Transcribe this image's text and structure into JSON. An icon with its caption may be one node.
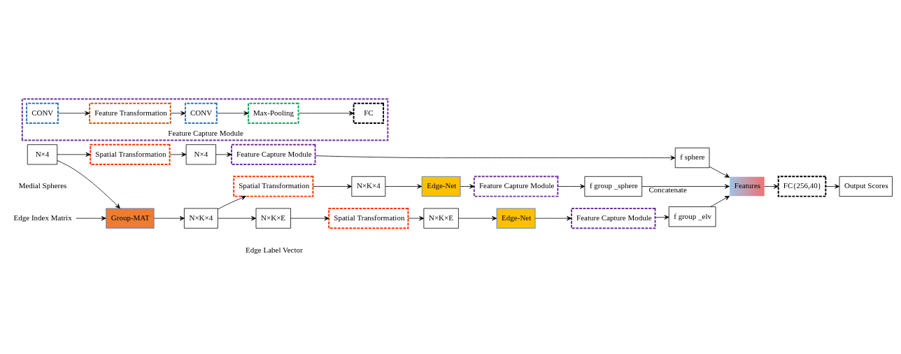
{
  "diagram": {
    "nodes": [
      {
        "text": [
          "N×4"
        ],
        "beside": [
          "Medial Spheres"
        ]
      },
      {
        "text": [
          "Spatial Transformation"
        ]
      },
      {
        "text": [
          "N×4"
        ]
      },
      {
        "text": [
          "Feature Capture Module"
        ]
      },
      {
        "text": [
          "f sphere"
        ]
      },
      {
        "text": [
          "Group-MAT"
        ]
      },
      {
        "text": [
          "Edge Index Matrix"
        ]
      },
      {
        "text": [
          "N×K×4"
        ]
      },
      {
        "text": [
          "Spatial Transformation"
        ]
      },
      {
        "text": [
          "N×K×4"
        ]
      },
      {
        "text": [
          "Edge-Net"
        ]
      },
      {
        "text": [
          "Feature Capture Module"
        ]
      },
      {
        "text": [
          "f group _sphere"
        ]
      },
      {
        "text": [
          "N×K×E"
        ]
      },
      {
        "text": [
          "Spatial Transformation"
        ]
      },
      {
        "text": [
          "N×K×E"
        ]
      },
      {
        "text": [
          "Edge-Net"
        ]
      },
      {
        "text": [
          "Feature Capture Module"
        ]
      },
      {
        "text": [
          "f group _elv"
        ]
      },
      {
        "text": [
          "Features"
        ]
      },
      {
        "text": [
          "FC{256,40}"
        ]
      },
      {
        "text": [
          "Output Scores"
        ]
      },
      {
        "text": [
          "Feature Capture Module"
        ]
      },
      {
        "text": [
          "CONV"
        ],
        "in": 22
      },
      {
        "text": [
          "Feature Transformation"
        ],
        "in": 22
      },
      {
        "text": [
          "CONV"
        ],
        "in": 22
      },
      {
        "text": [
          "Max-Pooling"
        ],
        "in": 22
      },
      {
        "text": [
          "FC"
        ],
        "in": 22
      }
    ],
    "edges": [
      {
        "from": 0,
        "to": 1,
        "arrow": "to"
      },
      {
        "from": 0,
        "to": 5,
        "arrow": "to"
      },
      {
        "from": 1,
        "to": 2,
        "arrow": "to"
      },
      {
        "from": 2,
        "to": 3,
        "arrow": "to"
      },
      {
        "from": 3,
        "to": 4,
        "arrow": "to"
      },
      {
        "from": 6,
        "to": 5,
        "arrow": "to"
      },
      {
        "from": 5,
        "to": 7,
        "arrow": "to"
      },
      {
        "from": 7,
        "to": 8,
        "arrow": "to"
      },
      {
        "from": 8,
        "to": 9,
        "arrow": "to"
      },
      {
        "from": 9,
        "to": 10,
        "arrow": "to"
      },
      {
        "from": 10,
        "to": 11,
        "arrow": "to"
      },
      {
        "from": 11,
        "to": 12,
        "arrow": "to"
      },
      {
        "from": 7,
        "to": 13,
        "arrow": "to"
      },
      {
        "from": 13,
        "to": 14,
        "arrow": "to"
      },
      {
        "from": 14,
        "to": 15,
        "arrow": "to"
      },
      {
        "from": 15,
        "to": 16,
        "arrow": "to"
      },
      {
        "from": 16,
        "to": 17,
        "arrow": "to"
      },
      {
        "from": 17,
        "to": 18,
        "arrow": "to"
      },
      {
        "from": 4,
        "to": 19,
        "arrow": "to"
      },
      {
        "from": 12,
        "to": 19,
        "arrow": "to",
        "label": "Concatenate"
      },
      {
        "from": 18,
        "to": 19,
        "arrow": "to"
      },
      {
        "from": 19,
        "to": 20,
        "arrow": "to"
      },
      {
        "from": 20,
        "to": 21,
        "arrow": "to"
      },
      {
        "from": 23,
        "to": 24,
        "arrow": "to"
      },
      {
        "from": 24,
        "to": 25,
        "arrow": "to"
      },
      {
        "from": 25,
        "to": 26,
        "arrow": "to"
      },
      {
        "from": 26,
        "to": 27,
        "arrow": "to"
      }
    ],
    "labels": [
      "Edge Label Vector"
    ]
  }
}
